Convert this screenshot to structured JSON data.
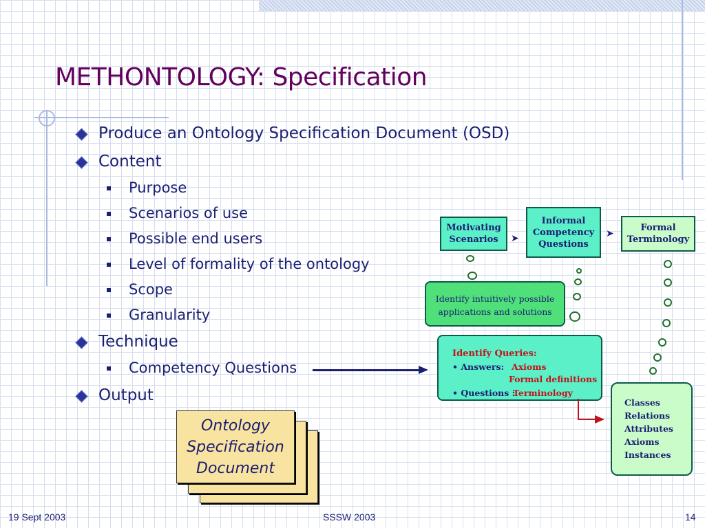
{
  "slide": {
    "title": "METHONTOLOGY: Specification",
    "bullets": {
      "produce": "Produce an Ontology Specification Document (OSD)",
      "content": "Content",
      "content_items": [
        "Purpose",
        "Scenarios of use",
        "Possible end users",
        "Level of formality of the ontology",
        "Scope",
        "Granularity"
      ],
      "technique": "Technique",
      "technique_items": [
        "Competency Questions"
      ],
      "output": "Output"
    },
    "document_card": {
      "line1": "Ontology",
      "line2": "Specification",
      "line3": "Document"
    }
  },
  "diagram": {
    "motivating": "Motivating Scenarios",
    "informal": "Informal Competency Questions",
    "formal": "Formal Terminology",
    "identify_apps": {
      "line1": "Identify intuitively possible",
      "line2": "applications and  solutions"
    },
    "queries": {
      "heading": "Identify Queries:",
      "answers_label": "• Answers:",
      "answers_value1": "Axioms",
      "answers_value2": "Formal definitions",
      "questions_label": "• Questions :",
      "questions_value": "Terminology"
    },
    "classes": [
      "Classes",
      "Relations",
      "Attributes",
      "Axioms",
      "Instances"
    ]
  },
  "footer": {
    "date": "19 Sept 2003",
    "event": "SSSW 2003",
    "page": "14"
  },
  "colors": {
    "title": "#62005e",
    "text": "#1a1f73",
    "teal_box": "#5cf0c8",
    "green_box": "#4fe07a",
    "light_green": "#c9fcc9",
    "red": "#c0141a"
  }
}
